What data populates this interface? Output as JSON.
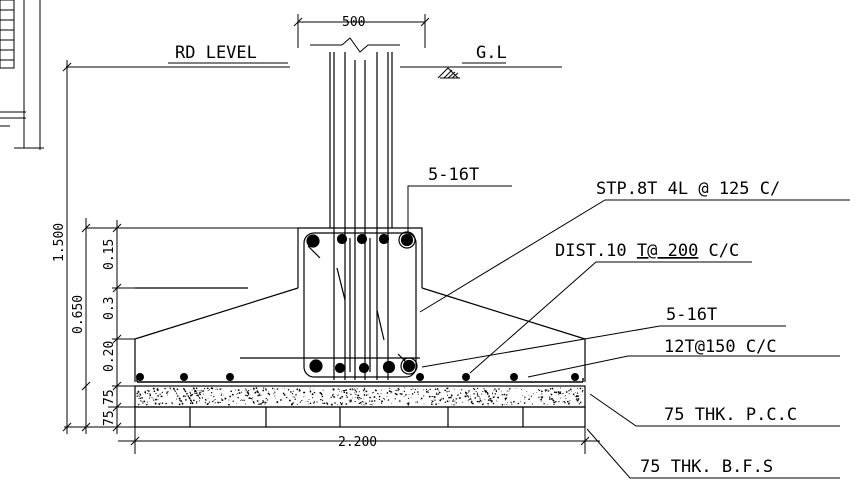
{
  "labels": {
    "rd_level": "RD LEVEL",
    "ground_level": "G.L",
    "top_bars": "5-16T",
    "stirrups": "STP.8T 4L @ 125 C/",
    "distribution_prefix": "DIST.10 ",
    "distribution_spacing": "T@ 200",
    "distribution_suffix": " C/C",
    "bottom_bars": "5-16T",
    "mesh": "12T@150 C/C",
    "pcc": "75 THK. P.C.C",
    "bfs": "75 THK. B.F.S"
  },
  "dimensions": {
    "column_width": "500",
    "total_depth": "1.500",
    "footing_depth": "0.650",
    "pedestal_top": "0.15",
    "pedestal_mid": "0.3",
    "pedestal_base": "0.20",
    "pcc_thk": "75",
    "bfs_thk": "75",
    "footing_width": "2.200"
  }
}
